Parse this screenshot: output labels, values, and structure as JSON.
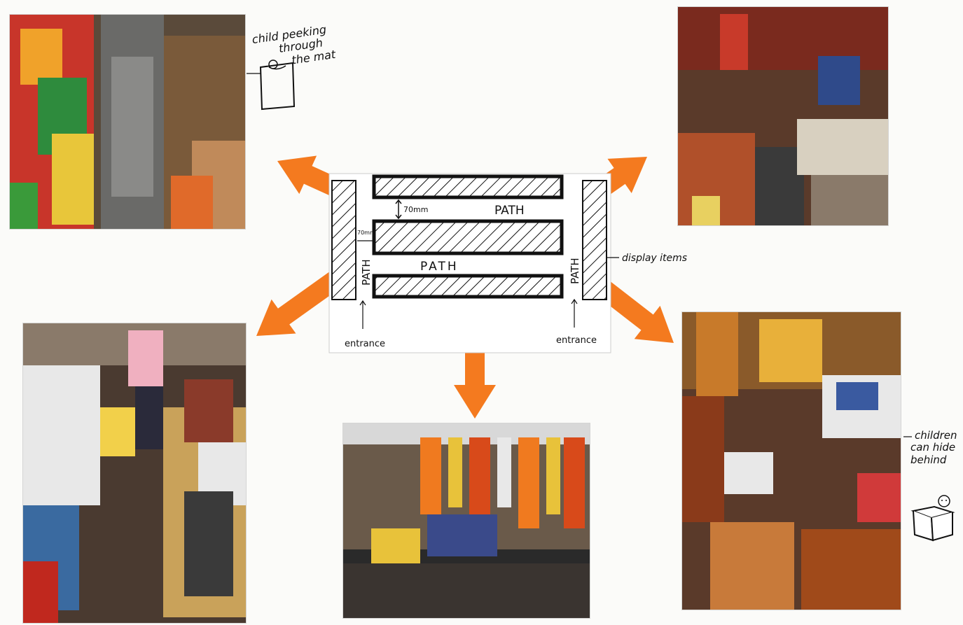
{
  "annotations": {
    "child_peeking_1": "child peeking",
    "child_peeking_2": "through",
    "child_peeking_3": "the mat",
    "display_items": "display items",
    "children_hide_1": "children",
    "children_hide_2": "can hide",
    "children_hide_3": "behind"
  },
  "plan": {
    "path_top": "PATH",
    "path_middle": "PATH",
    "path_left": "PATH",
    "path_right": "PATH",
    "dim_70mm": "70mm",
    "dim_70mm_small": "70mm",
    "entrance_left": "entrance",
    "entrance_right": "entrance"
  },
  "colors": {
    "arrow_orange": "#f47a1f",
    "ink": "#111111",
    "paper": "#fbfbf9"
  },
  "photos": [
    {
      "id": "top-left",
      "palette": [
        "#d7261e",
        "#f0a22a",
        "#2e8b3d",
        "#e8c63a",
        "#7a5a3a",
        "#9a9a9a"
      ]
    },
    {
      "id": "top-right",
      "palette": [
        "#8a2a1e",
        "#b0502a",
        "#d8d0c0",
        "#2f4a8a",
        "#c83a2a",
        "#5a3a2a"
      ]
    },
    {
      "id": "bottom-left",
      "palette": [
        "#c9a25a",
        "#f2d04a",
        "#8a3a2a",
        "#e8e8e8",
        "#3a3a3a",
        "#f0b0c0"
      ]
    },
    {
      "id": "bottom-center",
      "palette": [
        "#f07a1f",
        "#e8c23a",
        "#d84a1a",
        "#3a4a8a",
        "#e8e8e8",
        "#2a2a2a"
      ]
    },
    {
      "id": "bottom-right",
      "palette": [
        "#c87a2a",
        "#e8b03a",
        "#8a3a1a",
        "#e8e8e8",
        "#3a5aa0",
        "#5a2a1a"
      ]
    }
  ]
}
